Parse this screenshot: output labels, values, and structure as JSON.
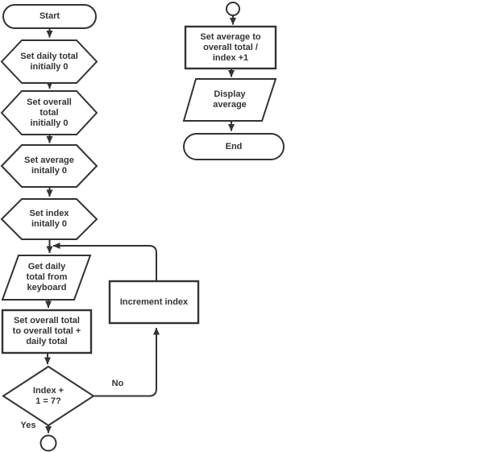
{
  "diagram": {
    "background_color": "#ffffff",
    "stroke_color": "#333333",
    "text_color": "#333333",
    "nodes": {
      "start": {
        "type": "terminator",
        "label": "Start"
      },
      "init_daily_total": {
        "type": "preparation",
        "label": "Set daily total\ninitially 0"
      },
      "init_overall_total": {
        "type": "preparation",
        "label": "Set overall\ntotal\ninitially 0"
      },
      "init_average": {
        "type": "preparation",
        "label": "Set average\ninitally 0"
      },
      "init_index": {
        "type": "preparation",
        "label": "Set index\ninitally 0"
      },
      "get_daily_total": {
        "type": "input",
        "label": "Get daily\ntotal from\nkeyboard"
      },
      "accumulate_total": {
        "type": "process",
        "label": "Set overall total\nto overall total +\ndaily total"
      },
      "loop_test": {
        "type": "decision",
        "label": "Index +\n1 = 7?"
      },
      "increment_index": {
        "type": "process",
        "label": "Increment index"
      },
      "off_page_connector_bottom": {
        "type": "connector",
        "label": ""
      },
      "off_page_connector_top": {
        "type": "connector",
        "label": ""
      },
      "compute_average": {
        "type": "process",
        "label": "Set average to\noverall total /\nindex +1"
      },
      "display_average": {
        "type": "output",
        "label": "Display\naverage"
      },
      "end": {
        "type": "terminator",
        "label": "End"
      }
    },
    "edge_labels": {
      "no": "No",
      "yes": "Yes"
    }
  }
}
